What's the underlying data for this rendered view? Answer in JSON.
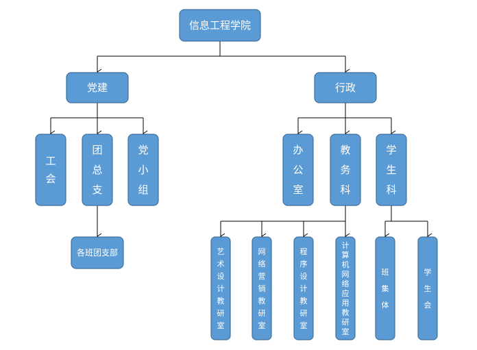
{
  "nodes": {
    "root": "信息工程学院",
    "party": "党建",
    "admin": "行政",
    "union": "工会",
    "league": "团总支",
    "party_group": "党小组",
    "league_branches": "各班团支部",
    "office": "办公室",
    "academic": "教务科",
    "student_affairs": "学生科",
    "art_room": "艺术设计教研室",
    "marketing_room": "网络营销教研室",
    "programming_room": "程序设计教研室",
    "cs_room": "计算机网络应用教研室",
    "class_group": "班集体",
    "student_union": "学生会"
  },
  "colors": {
    "box_fill": "#5b9bd5",
    "box_border": "#41719c",
    "text": "#ffffff",
    "connector": "#000000"
  }
}
